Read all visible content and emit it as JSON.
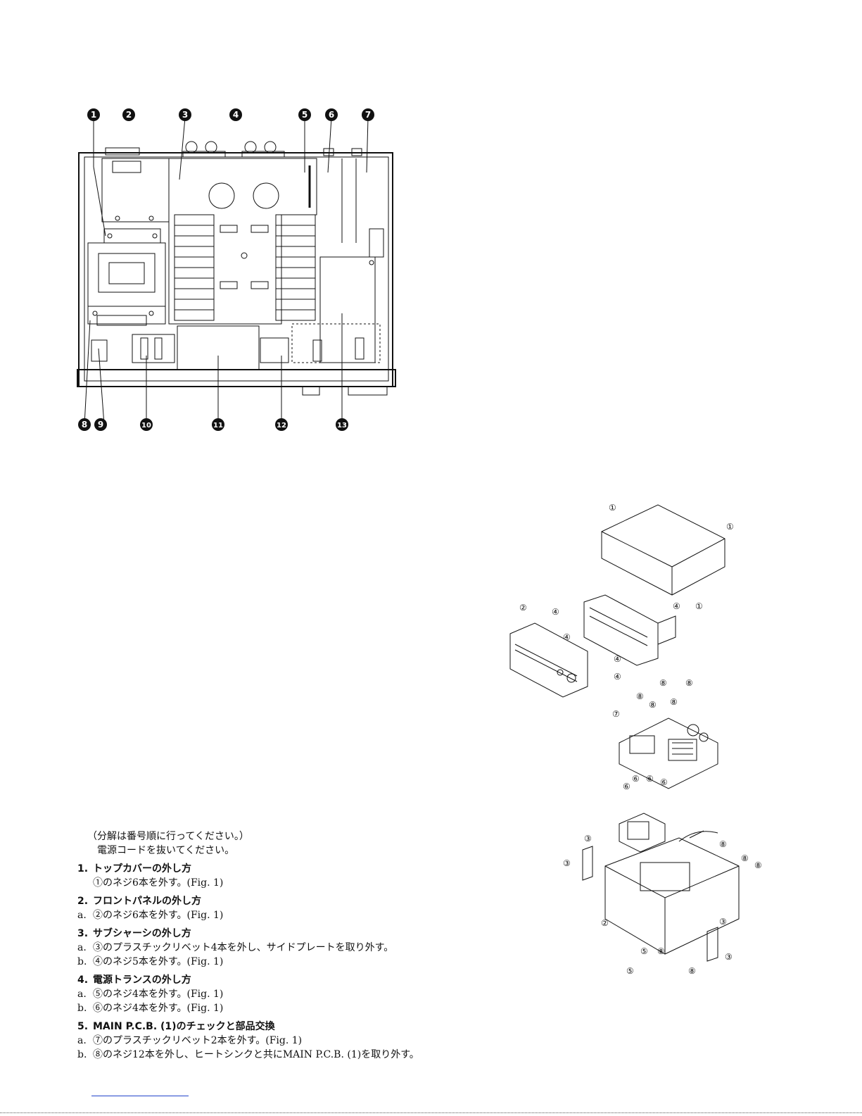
{
  "top_view": {
    "callouts_top": [
      "1",
      "2",
      "3",
      "4",
      "5",
      "6",
      "7"
    ],
    "callouts_bottom": [
      "8",
      "9",
      "10",
      "11",
      "12",
      "13"
    ]
  },
  "exploded_view": {
    "screw_labels": [
      "①",
      "①",
      "①",
      "②",
      "④",
      "④",
      "④",
      "④",
      "④",
      "⑧",
      "⑧",
      "⑧",
      "⑧",
      "⑧",
      "⑦",
      "⑥",
      "⑥",
      "⑥",
      "⑥",
      "③",
      "③",
      "⑧",
      "⑧",
      "⑧",
      "②",
      "③",
      "③",
      "⑤",
      "⑧",
      "⑤",
      "⑧"
    ]
  },
  "instructions": {
    "intro": [
      "（分解は番号順に行ってください。）",
      "電源コードを抜いてください。"
    ],
    "steps": [
      {
        "no": "1.",
        "title": "トップカバーの外し方",
        "lines": [
          {
            "mark": "",
            "text": "①のネジ6本を外す。(Fig. 1)"
          }
        ]
      },
      {
        "no": "2.",
        "title": "フロントパネルの外し方",
        "lines": [
          {
            "mark": "a.",
            "text": "②のネジ6本を外す。(Fig. 1)"
          }
        ]
      },
      {
        "no": "3.",
        "title": "サブシャーシの外し方",
        "lines": [
          {
            "mark": "a.",
            "text": "③のプラスチックリベット4本を外し、サイドプレートを取り外す。"
          },
          {
            "mark": "b.",
            "text": "④のネジ5本を外す。(Fig. 1)"
          }
        ]
      },
      {
        "no": "4.",
        "title": "電源トランスの外し方",
        "lines": [
          {
            "mark": "a.",
            "text": "⑤のネジ4本を外す。(Fig. 1)"
          },
          {
            "mark": "b.",
            "text": "⑥のネジ4本を外す。(Fig. 1)"
          }
        ]
      },
      {
        "no": "5.",
        "title": "MAIN P.C.B. (1)のチェックと部品交換",
        "lines": [
          {
            "mark": "a.",
            "text": "⑦のプラスチックリベット2本を外す。(Fig. 1)"
          },
          {
            "mark": "b.",
            "text": "⑧のネジ12本を外し、ヒートシンクと共にMAIN P.C.B. (1)を取り外す。"
          }
        ]
      }
    ]
  }
}
